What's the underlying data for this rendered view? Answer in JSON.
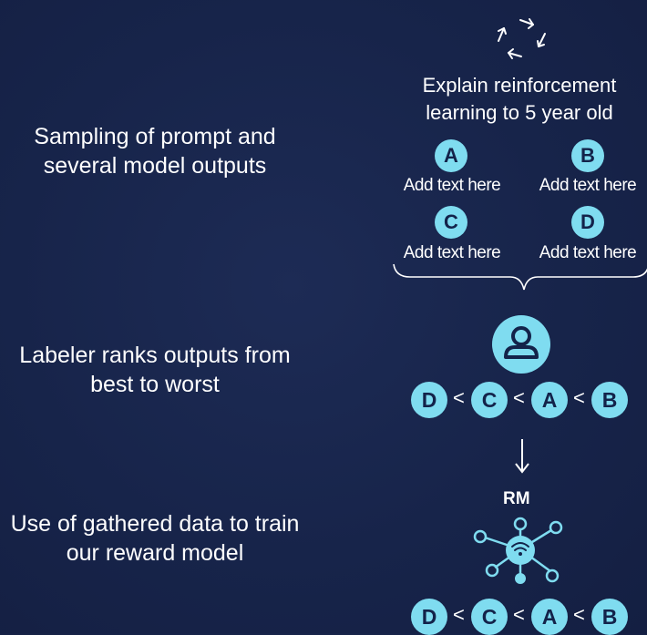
{
  "steps": [
    {
      "label": "Sampling of prompt and several model outputs"
    },
    {
      "label": "Labeler ranks outputs from best to worst"
    },
    {
      "label": "Use of gathered data to train our reward model"
    }
  ],
  "prompt": "Explain reinforcement learning to 5 year old",
  "options": [
    {
      "letter": "A",
      "text": "Add text here"
    },
    {
      "letter": "B",
      "text": "Add text here"
    },
    {
      "letter": "C",
      "text": "Add text here"
    },
    {
      "letter": "D",
      "text": "Add text here"
    }
  ],
  "ranking": [
    "D",
    "C",
    "A",
    "B"
  ],
  "separator": "<",
  "model_label": "RM",
  "icons": [
    "refresh-cycle-icon",
    "user-icon",
    "down-arrow-icon",
    "network-hub-icon",
    "brace-icon"
  ],
  "colors": {
    "badge": "#7fdcf0",
    "background": "#17244a",
    "text": "#ffffff"
  }
}
